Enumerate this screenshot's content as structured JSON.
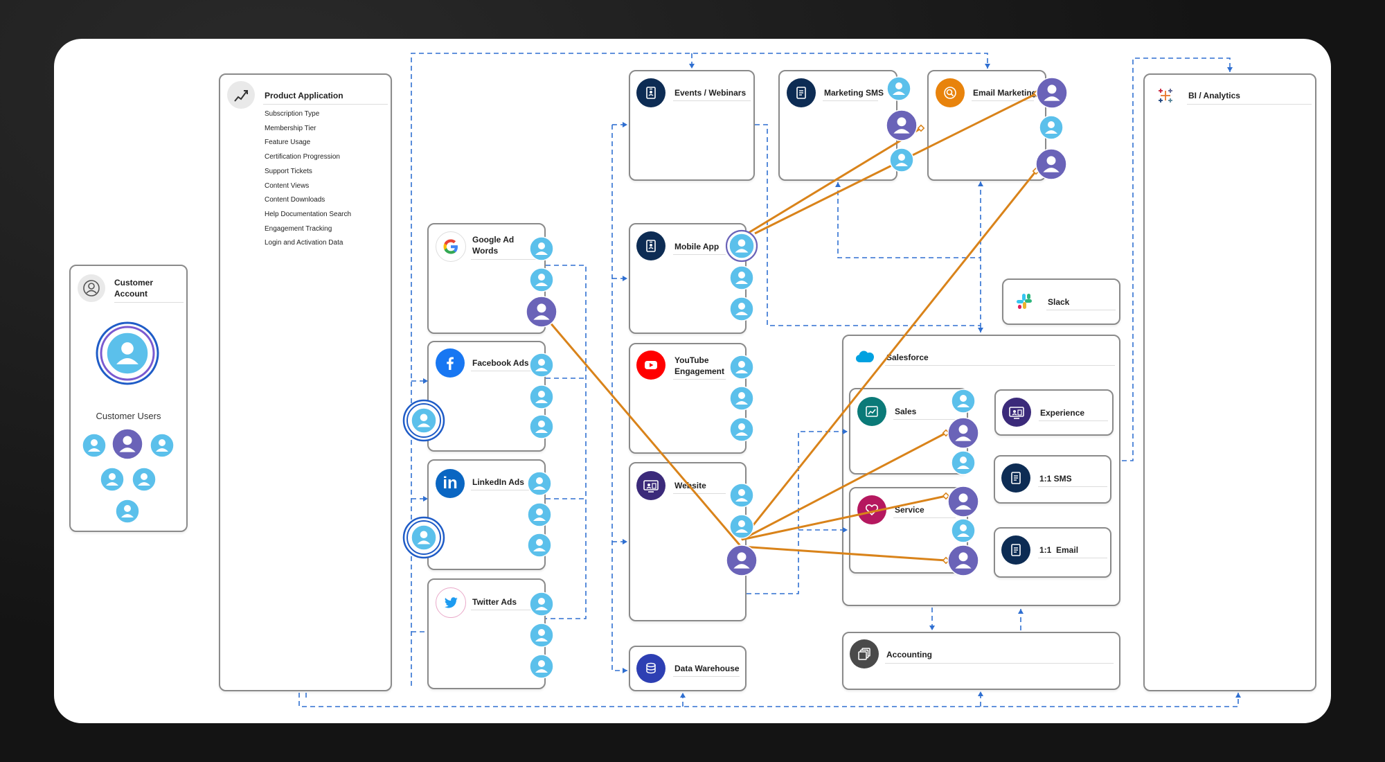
{
  "customer": {
    "title_line1": "Customer",
    "title_line2": "Account",
    "users_label": "Customer Users"
  },
  "product_app": {
    "title": "Product Application",
    "items": [
      "Subscription Type",
      "Membership Tier",
      "Feature Usage",
      "Certification Progression",
      "Support Tickets",
      "Content Views",
      "Content Downloads",
      "Help Documentation Search",
      "Engagement Tracking",
      "Login and Activation Data"
    ]
  },
  "ads": {
    "google_line1": "Google Ad",
    "google_line2": "Words",
    "facebook": "Facebook Ads",
    "linkedin": "LinkedIn Ads",
    "twitter": "Twitter Ads"
  },
  "channels": {
    "events": "Events / Webinars",
    "mobile": "Mobile App",
    "youtube_line1": "YouTube",
    "youtube_line2": "Engagement",
    "website": "Website",
    "warehouse": "Data Warehouse",
    "sms": "Marketing SMS",
    "email": "Email Marketing"
  },
  "slack": {
    "title": "Slack"
  },
  "salesforce": {
    "title": "Salesforce",
    "sales": "Sales",
    "service": "Service",
    "experience": "Experience",
    "sms": "1:1 SMS",
    "email": "1:1  Email"
  },
  "accounting": {
    "title": "Accounting"
  },
  "bi": {
    "title": "BI / Analytics"
  },
  "colors": {
    "dashed_line": "#2f6fd1",
    "journey_line": "#d9831a",
    "user_light": "#5bc0eb",
    "user_dark": "#6a63b8",
    "navy": "#0d2c54"
  }
}
